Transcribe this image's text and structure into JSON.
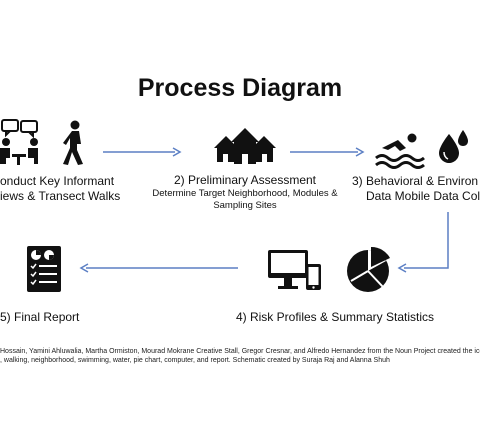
{
  "title": "Process Diagram",
  "steps": {
    "s1": {
      "line1": "onduct Key Informant",
      "line2": "iews & Transect Walks"
    },
    "s2": {
      "line1": "2) Preliminary Assessment",
      "sub1": "Determine Target Neighborhood, Modules &",
      "sub2": "Sampling Sites"
    },
    "s3": {
      "line1": "3) Behavioral & Environ",
      "line2": "Data Mobile Data Colle"
    },
    "s4": {
      "line1": "4) Risk Profiles & Summary Statistics"
    },
    "s5": {
      "line1": "5) Final Report"
    }
  },
  "credit": {
    "line1": "Hossain, Yamini Ahluwalia, Martha Ormiston, Mourad Mokrane Creative Stall, Gregor Cresnar, and Alfredo Hernandez from the Noun Project created the ico",
    "line2": ", walking, neighborhood, swimming, water, pie chart, computer, and report. Schematic created by Suraja Raj and Alanna Shuh"
  },
  "colors": {
    "arrow": "#5b7fc4",
    "icon": "#111111"
  }
}
